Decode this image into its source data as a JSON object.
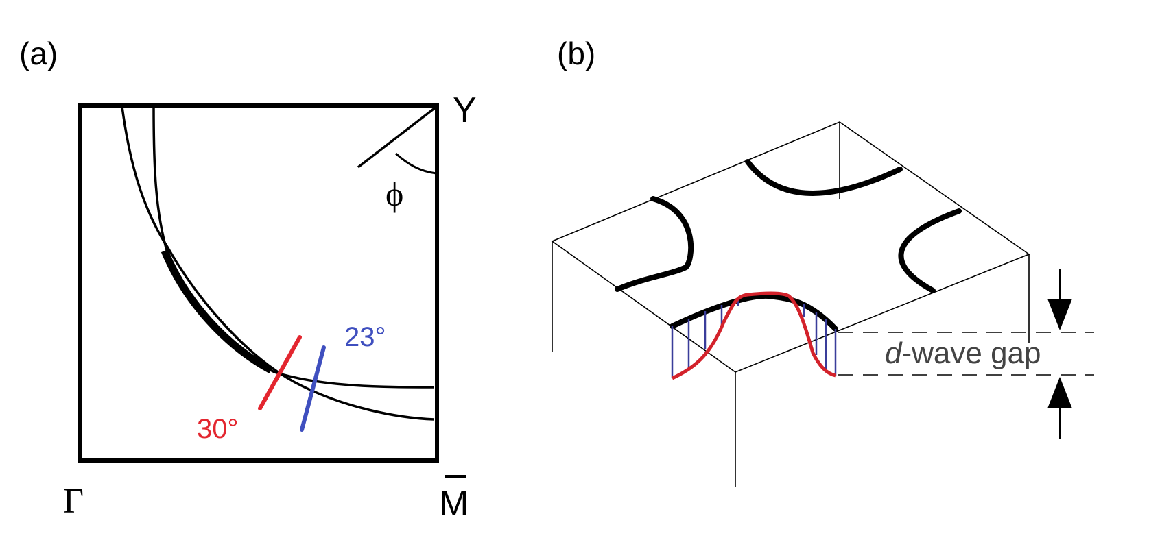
{
  "panel_a": {
    "label": "(a)",
    "corner_y": "Y",
    "corner_gamma": "Γ",
    "corner_m": "M",
    "angle_symbol": "ϕ",
    "cut_red_label": "30°",
    "cut_blue_label": "23°"
  },
  "panel_b": {
    "label": "(b)",
    "gap_prefix": "d",
    "gap_rest": "-wave gap"
  },
  "colors": {
    "line": "#000000",
    "red_cut": "#e3262f",
    "blue_cut": "#3f4fbf",
    "gap_curve": "#d3222b",
    "gap_hatch": "#3a3d9a"
  }
}
